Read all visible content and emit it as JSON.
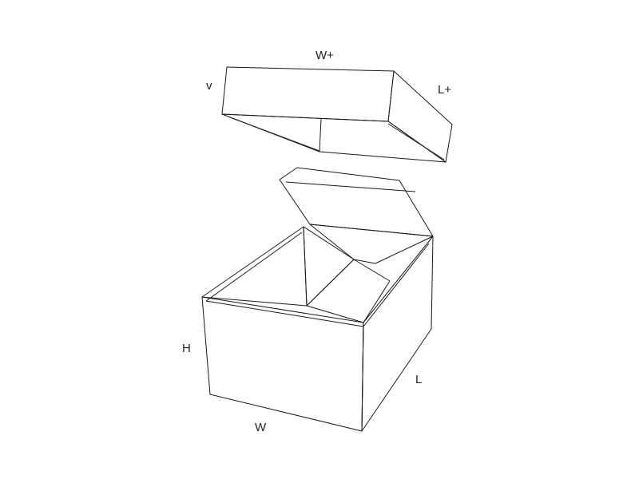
{
  "labels": {
    "lid_width": "W+",
    "lid_length": "L+",
    "lid_height": "v",
    "box_height": "H",
    "box_width": "W",
    "box_length": "L"
  },
  "colors": {
    "outline": "#1a1a1a",
    "board_white": "#ffffff",
    "board_kraft": "#e2c08e",
    "board_kraft_dark": "#d7b37d"
  }
}
